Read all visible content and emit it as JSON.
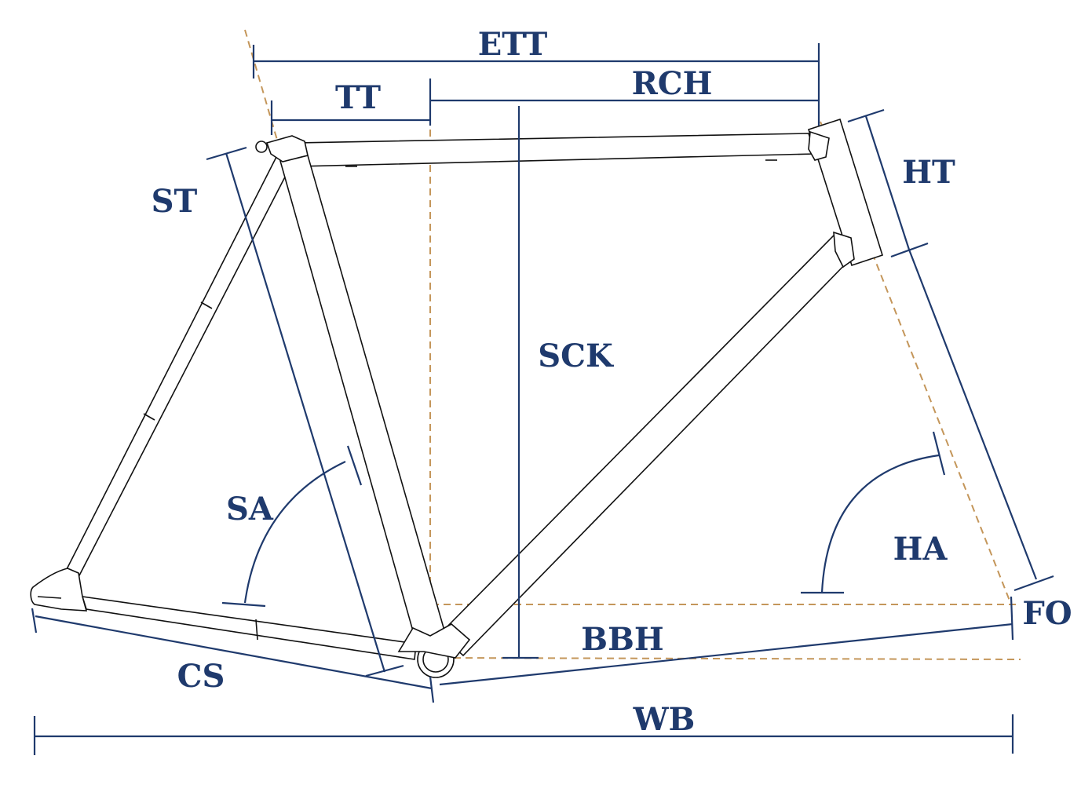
{
  "diagram": {
    "colors": {
      "label": "#1f3a6d",
      "dimension_line": "#1f3a6d",
      "frame_outline": "#111111",
      "centerline": "#c4965a",
      "background": "#ffffff"
    },
    "labels": {
      "ett": "ETT",
      "tt": "TT",
      "rch": "RCH",
      "ht": "HT",
      "st": "ST",
      "sck": "SCK",
      "sa": "SA",
      "ha": "HA",
      "fo": "FO",
      "bbh": "BBH",
      "cs": "CS",
      "wb": "WB"
    }
  }
}
